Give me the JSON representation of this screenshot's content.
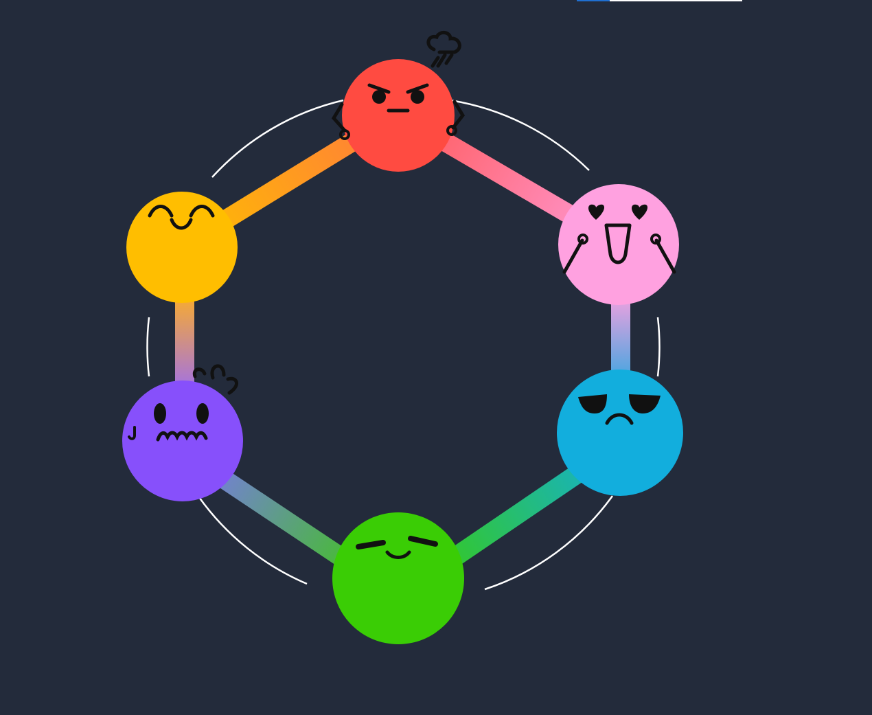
{
  "diagram": {
    "background": "#232b3b",
    "ring_color": "#ffffff",
    "emotions": [
      {
        "id": "angry",
        "color": "#ff4b41",
        "icon": "angry-face-icon"
      },
      {
        "id": "in-love",
        "color": "#ffa1e0",
        "icon": "heart-eyes-face-icon"
      },
      {
        "id": "sad",
        "color": "#12aedd",
        "icon": "sad-face-icon"
      },
      {
        "id": "calm",
        "color": "#3acd05",
        "icon": "content-face-icon"
      },
      {
        "id": "anxious",
        "color": "#8750fb",
        "icon": "nervous-face-icon"
      },
      {
        "id": "happy",
        "color": "#ffbe00",
        "icon": "smiling-face-icon"
      }
    ]
  }
}
